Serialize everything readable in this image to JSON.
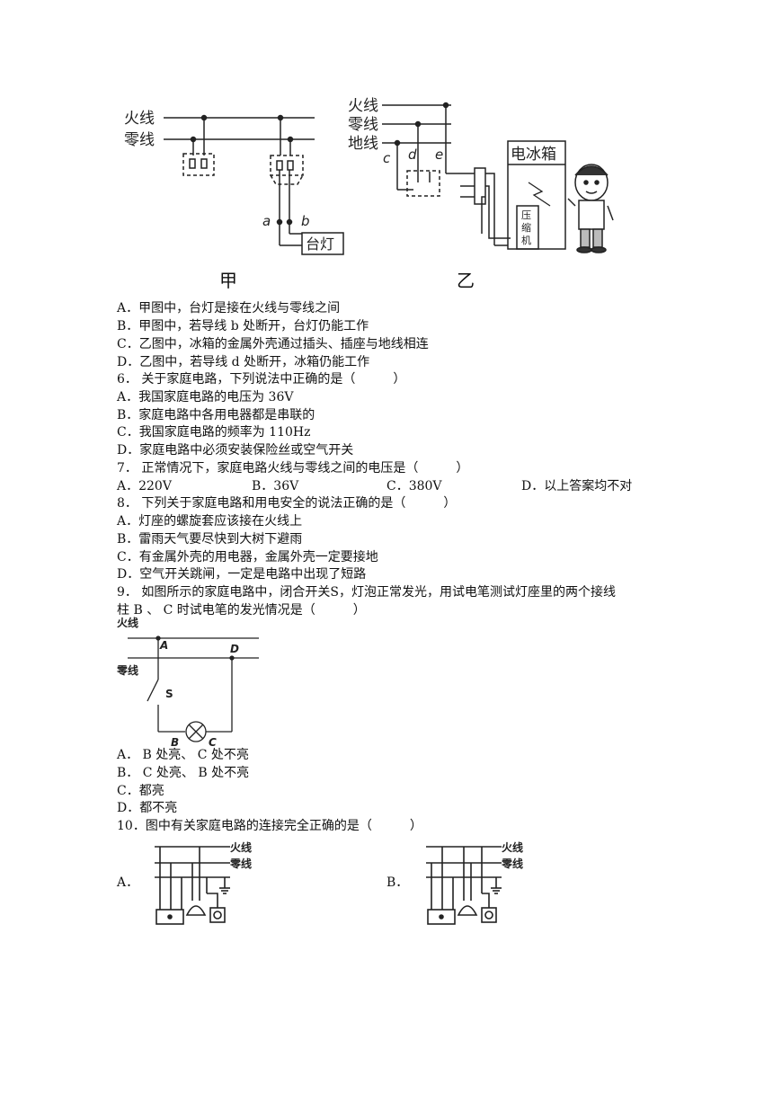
{
  "fig_top": {
    "jia": {
      "fire": "火线",
      "zero": "零线",
      "a": "a",
      "b": "b",
      "lamp": "台灯",
      "caption": "甲"
    },
    "yi": {
      "fire": "火线",
      "zero": "零线",
      "ground": "地线",
      "c": "c",
      "d": "d",
      "e": "e",
      "fridge": "电冰箱",
      "compressor": [
        "压",
        "缩",
        "机"
      ],
      "caption": "乙"
    }
  },
  "q5_options": [
    "A．甲图中，台灯是接在火线与零线之间",
    "B．甲图中，若导线 b 处断开，台灯仍能工作",
    "C．乙图中，冰箱的金属外壳通过插头、插座与地线相连",
    "D．乙图中，若导线 d 处断开，冰箱仍能工作"
  ],
  "q6": {
    "stem": "6．  关于家庭电路，下列说法中正确的是（　　　）",
    "options": [
      "A．我国家庭电路的电压为  36V",
      "B．家庭电路中各用电器都是串联的",
      "C．我国家庭电路的频率为  110Hz",
      "D．家庭电路中必须安装保险丝或空气开关"
    ]
  },
  "q7": {
    "stem": "7．   正常情况下，家庭电路火线与零线之间的电压是（　　　）",
    "options": [
      "A．220V",
      "B．36V",
      "C．380V",
      "D．以上答案均不对"
    ]
  },
  "q8": {
    "stem": "8．   下列关于家庭电路和用电安全的说法正确的是（　　　）",
    "options": [
      "A．灯座的螺旋套应该接在火线上",
      "B．雷雨天气要尽快到大树下避雨",
      "C．有金属外壳的用电器，金属外壳一定要接地",
      "D．空气开关跳闸，一定是电路中出现了短路"
    ]
  },
  "q9": {
    "stem_line1": "9．  如图所示的家庭电路中，闭合开关S，灯泡正常发光，用试电笔测试灯座里的两个接线",
    "stem_line2": "柱 B 、 C 时试电笔的发光情况是（　　　）",
    "figure": {
      "fire": "火线",
      "zero": "零线",
      "A": "A",
      "D": "D",
      "S": "S",
      "B": "B",
      "C": "C"
    },
    "options": [
      "A． B 处亮、 C 处不亮",
      "B． C 处亮、 B 处不亮",
      "C．都亮",
      "D．都不亮"
    ]
  },
  "q10": {
    "stem": "10．图中有关家庭电路的连接完全正确的是（　　　）",
    "label_A": "A．",
    "label_B": "B．",
    "fire": "火线",
    "zero": "零线"
  }
}
